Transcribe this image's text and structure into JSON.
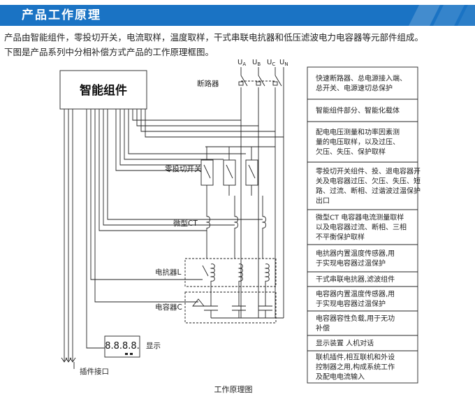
{
  "section": {
    "title": "产品工作原理",
    "accent_color": "#1a73c4"
  },
  "intro": {
    "line1": "产品由智能组件，零投切开关，电流取样，温度取样，干式串联电抗器和低压滤波电力电容器等元部件组成。",
    "line2": "下图是产品系列中分相补偿方式产品的工作原理框图。"
  },
  "diagram": {
    "caption": "工作原理图",
    "smart_module": "智能组件",
    "bus_labels": {
      "ua": "U",
      "ua_sub": "A",
      "ub": "U",
      "ub_sub": "B",
      "uc": "U",
      "uc_sub": "C",
      "un": "U",
      "un_sub": "N"
    },
    "component_labels": {
      "breaker": "断路器",
      "switch": "零投切开关",
      "ct": "微型CT",
      "reactor": "电抗器L",
      "capacitor": "电容器C",
      "display": "显示",
      "plugin": "插件接口"
    },
    "display_readout": "8.8.8.8.",
    "descriptions": [
      [
        "快速断路器、总电源接入端、",
        "总开关、电源速切总保护"
      ],
      [
        "智能组件部分、智能化载体"
      ],
      [
        "配电电压测量和功率因素测",
        "量的电压取样，以及过压、",
        "欠压、失压、保护取样"
      ],
      [
        "零投切开关组件、投、退电容器开",
        "关及电容器过压、欠压、失压、短",
        "路、过流、断相、过谐波过温保护",
        "出口"
      ],
      [
        "微型CT 电容器电流测量取样",
        "以及电容器过流、断相、三相",
        "不平衡保护取样"
      ],
      [
        "电抗器内置温度传感器,用",
        "于实现电容器过温保护"
      ],
      [
        "干式串联电抗器,滤波组件"
      ],
      [
        "电容器内置温度传感器,用",
        "于实现电容器过温保护"
      ],
      [
        "电容器容性负载,用于无功",
        "补偿"
      ],
      [
        "显示装置  人机对话"
      ],
      [
        "联机插件,相互联机和外设",
        "控制器之用,构成系统工作",
        "及配电电流输入"
      ]
    ]
  }
}
